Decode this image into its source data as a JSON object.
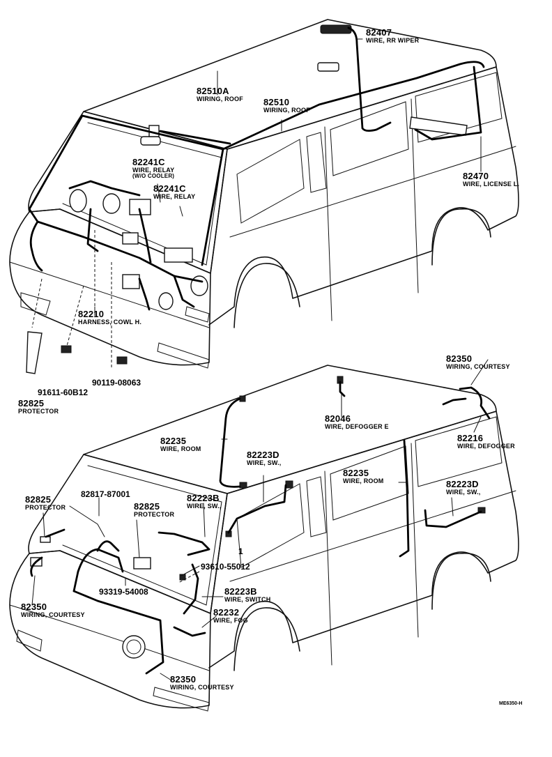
{
  "labels": {
    "l82407": {
      "num": "82407",
      "desc": "WIRE, RR WIPER"
    },
    "l82510a": {
      "num": "82510A",
      "desc": "WIRING, ROOF"
    },
    "l82510": {
      "num": "82510",
      "desc": "WIRING, ROOF"
    },
    "l82241c1": {
      "num": "82241C",
      "desc": "WIRE, RELAY",
      "desc2": "(W/O COOLER)"
    },
    "l82241c2": {
      "num": "82241C",
      "desc": "WIRE, RELAY"
    },
    "l82470": {
      "num": "82470",
      "desc": "WIRE, LICENSE L."
    },
    "l82210": {
      "num": "82210",
      "desc": "HARNESS, COWL H."
    },
    "l82825a": {
      "num": "82825",
      "desc": "PROTECTOR"
    },
    "l82350a": {
      "num": "82350",
      "desc": "WIRING, COURTESY"
    },
    "l82046": {
      "num": "82046",
      "desc": "WIRE, DEFOGGER E"
    },
    "l82235a": {
      "num": "82235",
      "desc": "WIRE, ROOM"
    },
    "l82223d1": {
      "num": "82223D",
      "desc": "WIRE, SW.,"
    },
    "l82216": {
      "num": "82216",
      "desc": "WIRE, DEFOGGER"
    },
    "l82235b": {
      "num": "82235",
      "desc": "WIRE, ROOM"
    },
    "l82223d2": {
      "num": "82223D",
      "desc": "WIRE, SW.,"
    },
    "l82825b": {
      "num": "82825",
      "desc": "PROTECTOR"
    },
    "l82825c": {
      "num": "82825",
      "desc": "PROTECTOR"
    },
    "l82223b1": {
      "num": "82223B",
      "desc": "WIRE, SW.,"
    },
    "l82223b2": {
      "num": "82223B",
      "desc": "WIRE, SWITCH"
    },
    "l82232": {
      "num": "82232",
      "desc": "WIRE, FOG"
    },
    "l82350b": {
      "num": "82350",
      "desc": "WIRING, COURTESY"
    },
    "l82350c": {
      "num": "82350",
      "desc": "WIRING, COURTESY"
    }
  },
  "singles": {
    "p91611": "91611-60B12",
    "p90119": "90119-08063",
    "p82817": "82817-87001",
    "p93610": "93610-55012",
    "p93319": "93319-54008",
    "p1": "1"
  },
  "code": "ME6350-H"
}
